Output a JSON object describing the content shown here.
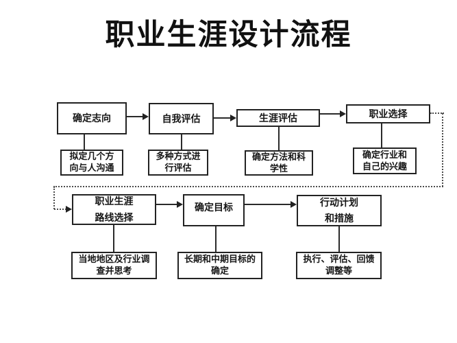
{
  "title": "职业生涯设计流程",
  "colors": {
    "background": "#ffffff",
    "box_border": "#222222",
    "text": "#151515",
    "solid_connector": "#2a2a2a",
    "dotted_connector": "#4a4a4a"
  },
  "nodes": {
    "determine_ambition": {
      "label": "确定志向"
    },
    "self_assessment": {
      "label": "自我评估"
    },
    "career_evaluation": {
      "label": "生涯评估"
    },
    "career_choice": {
      "label": "职业选择"
    },
    "draft_directions": {
      "label": "拟定几个方\n向与人沟通"
    },
    "assessment_methods": {
      "label": "多种方式进\n行评估"
    },
    "methods_science": {
      "label": "确定方法和科\n学性"
    },
    "industry_interest": {
      "label": "确定行业和\n自己的兴趣"
    },
    "route_selection": {
      "label": "职业生涯\n路线选择"
    },
    "set_goals": {
      "label": "确定目标"
    },
    "action_plan": {
      "label": "行动计划\n和措施"
    },
    "local_research": {
      "label": "当地地区及行业调\n查并思考"
    },
    "goal_determination": {
      "label": "长期和中期目标的\n确定"
    },
    "execute_adjust": {
      "label": "执行、评估、回馈\n调整等"
    }
  },
  "edges": [
    {
      "from": "determine_ambition",
      "to": "self_assessment",
      "style": "solid-arrow"
    },
    {
      "from": "self_assessment",
      "to": "career_evaluation",
      "style": "solid-arrow"
    },
    {
      "from": "career_evaluation",
      "to": "career_choice",
      "style": "solid-arrow"
    },
    {
      "from": "career_choice",
      "to": "route_selection",
      "style": "dotted-arrow"
    },
    {
      "from": "route_selection",
      "to": "set_goals",
      "style": "solid-arrow"
    },
    {
      "from": "set_goals",
      "to": "action_plan",
      "style": "solid-arrow"
    },
    {
      "from": "determine_ambition",
      "to": "draft_directions",
      "style": "line"
    },
    {
      "from": "self_assessment",
      "to": "assessment_methods",
      "style": "line"
    },
    {
      "from": "career_evaluation",
      "to": "methods_science",
      "style": "line"
    },
    {
      "from": "career_choice",
      "to": "industry_interest",
      "style": "line"
    },
    {
      "from": "route_selection",
      "to": "local_research",
      "style": "line"
    },
    {
      "from": "set_goals",
      "to": "goal_determination",
      "style": "line"
    },
    {
      "from": "action_plan",
      "to": "execute_adjust",
      "style": "line"
    }
  ]
}
